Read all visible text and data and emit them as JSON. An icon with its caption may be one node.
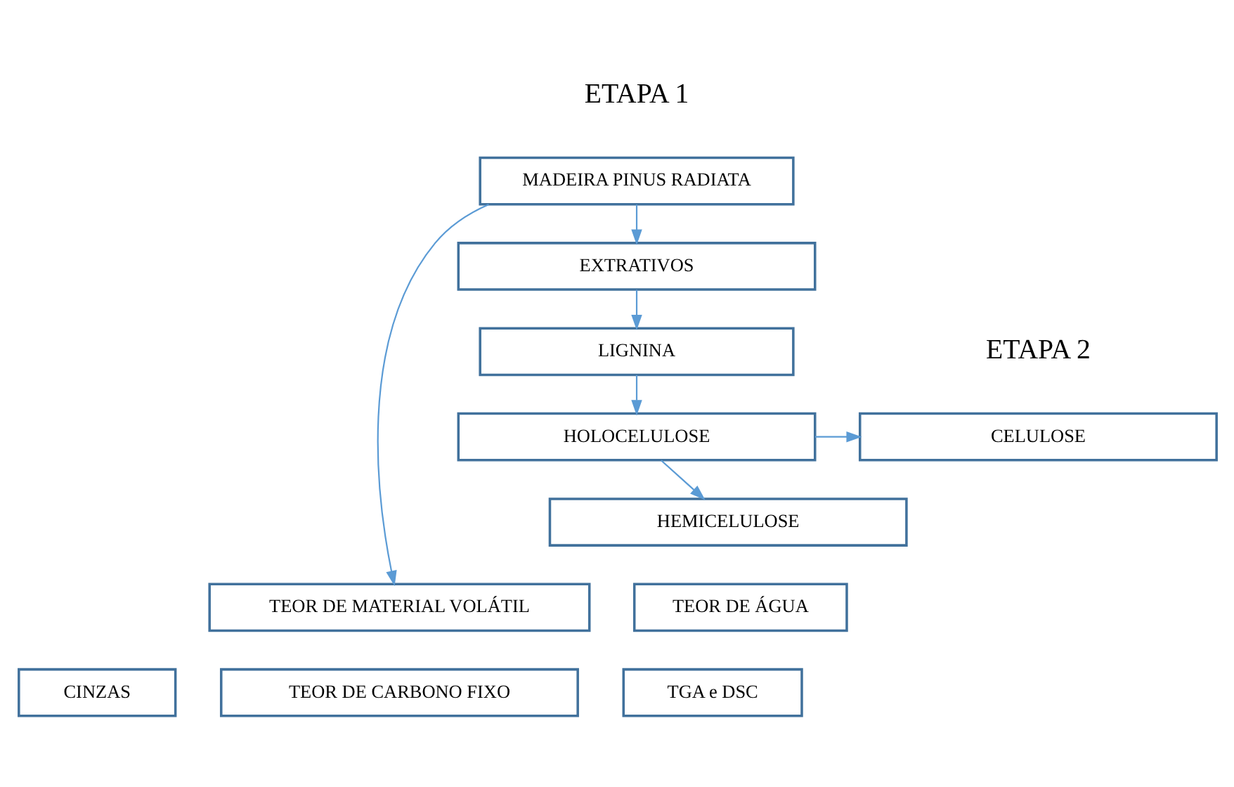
{
  "diagram": {
    "nodes": [
      {
        "text": [
          "MADEIRA PINUS RADIATA"
        ]
      },
      {
        "text": [
          "EXTRATIVOS"
        ]
      },
      {
        "text": [
          "LIGNINA"
        ]
      },
      {
        "text": [
          "HOLOCELULOSE"
        ]
      },
      {
        "text": [
          "CELULOSE"
        ]
      },
      {
        "text": [
          "HEMICELULOSE"
        ]
      },
      {
        "text": [
          "TEOR DE MATERIAL VOLÁTIL"
        ]
      },
      {
        "text": [
          "TEOR DE ÁGUA"
        ]
      },
      {
        "text": [
          "CINZAS"
        ]
      },
      {
        "text": [
          "TEOR DE CARBONO FIXO"
        ]
      },
      {
        "text": [
          "TGA e DSC"
        ]
      }
    ],
    "edges": [
      {
        "from": 0,
        "to": 1,
        "arrow": "to"
      },
      {
        "from": 1,
        "to": 2,
        "arrow": "to"
      },
      {
        "from": 2,
        "to": 3,
        "arrow": "to"
      },
      {
        "from": 3,
        "to": 4,
        "arrow": "to"
      },
      {
        "from": 3,
        "to": 5,
        "arrow": "to"
      },
      {
        "from": 0,
        "to": 6,
        "arrow": "to"
      }
    ],
    "labels": [
      "ETAPA 1",
      "ETAPA 2"
    ]
  }
}
